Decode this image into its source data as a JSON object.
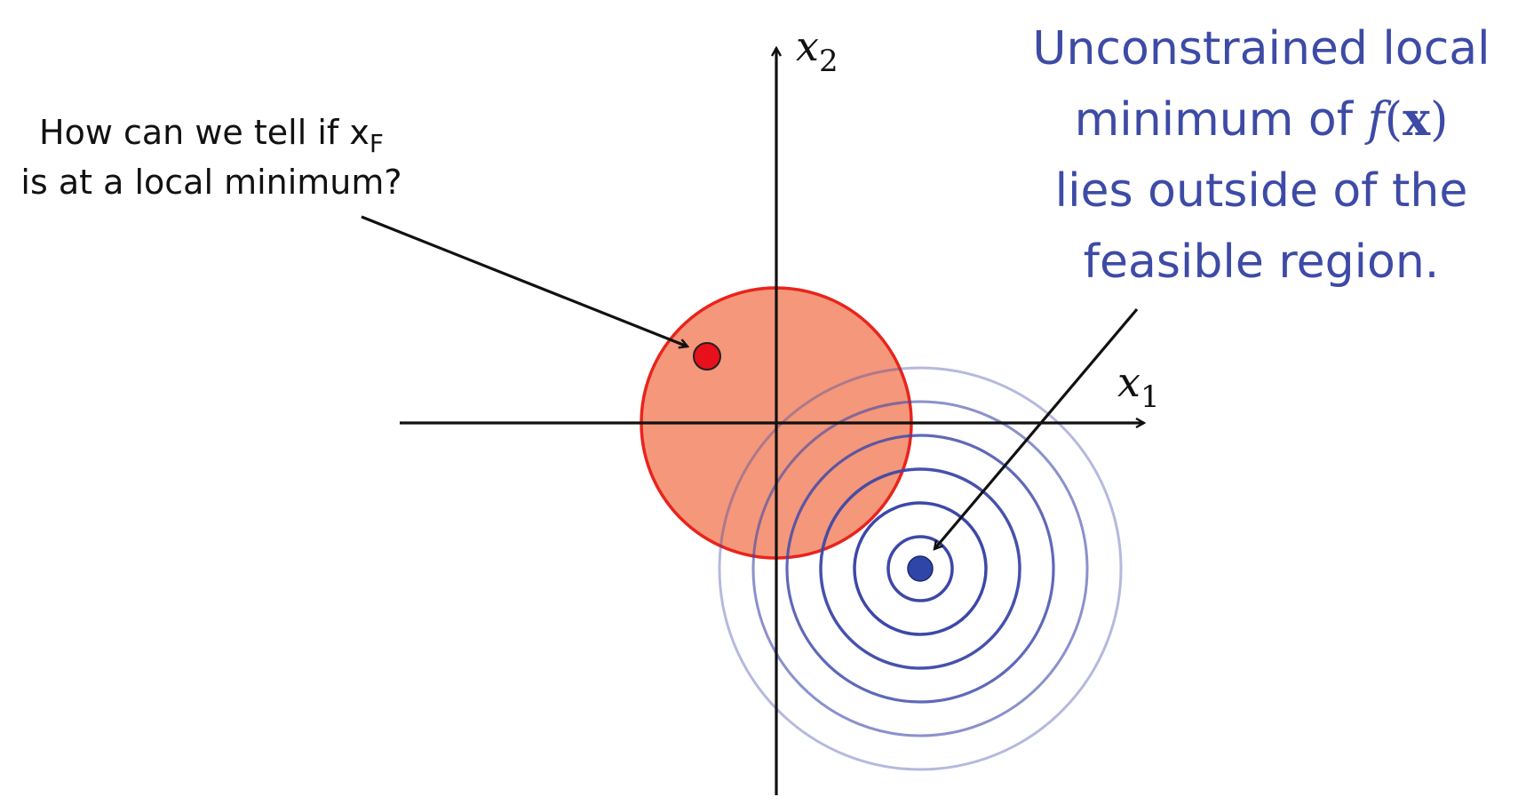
{
  "axes": {
    "x_label_base": "x",
    "x_label_sub": "1",
    "y_label_base": "x",
    "y_label_sub": "2"
  },
  "question": {
    "line1_text": "How can we tell if ",
    "line1_var": "x",
    "line1_sub": "F",
    "line2": "is at a local minimum?"
  },
  "note": {
    "line1": "Unconstrained local",
    "line2_text": "minimum of ",
    "line2_func": "f",
    "line2_open": "(",
    "line2_var": "x",
    "line2_close": ")",
    "line3": "lies outside of the",
    "line4": "feasible region."
  },
  "colors": {
    "feasible_fill": "#f4977a",
    "feasible_stroke": "#e8241c",
    "point_fill": "#e8101a",
    "contour": "#3c48a8",
    "minimum_fill": "#2f45a8",
    "note_text": "#3d4ba6",
    "axis": "#111111"
  }
}
